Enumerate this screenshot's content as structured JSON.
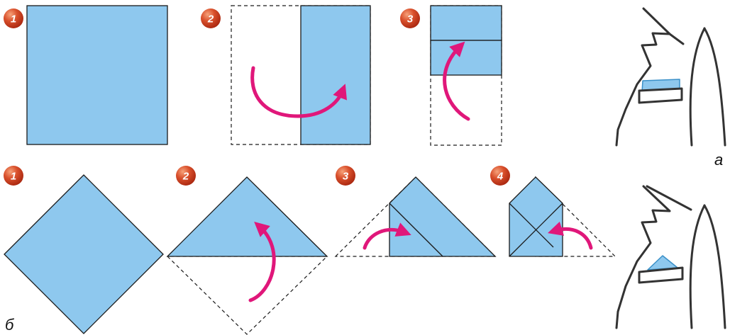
{
  "colors": {
    "cloth": "#8ec8ee",
    "outline": "#1a1a1a",
    "arrow": "#e0177a",
    "badge_fill": "#cc3b1e",
    "badge_highlight": "#f08a60",
    "jacket_line": "#333333"
  },
  "row_a": {
    "label": "а",
    "steps": [
      {
        "number": "1"
      },
      {
        "number": "2"
      },
      {
        "number": "3"
      }
    ]
  },
  "row_b": {
    "label": "б",
    "steps": [
      {
        "number": "1"
      },
      {
        "number": "2"
      },
      {
        "number": "3"
      },
      {
        "number": "4"
      }
    ]
  }
}
